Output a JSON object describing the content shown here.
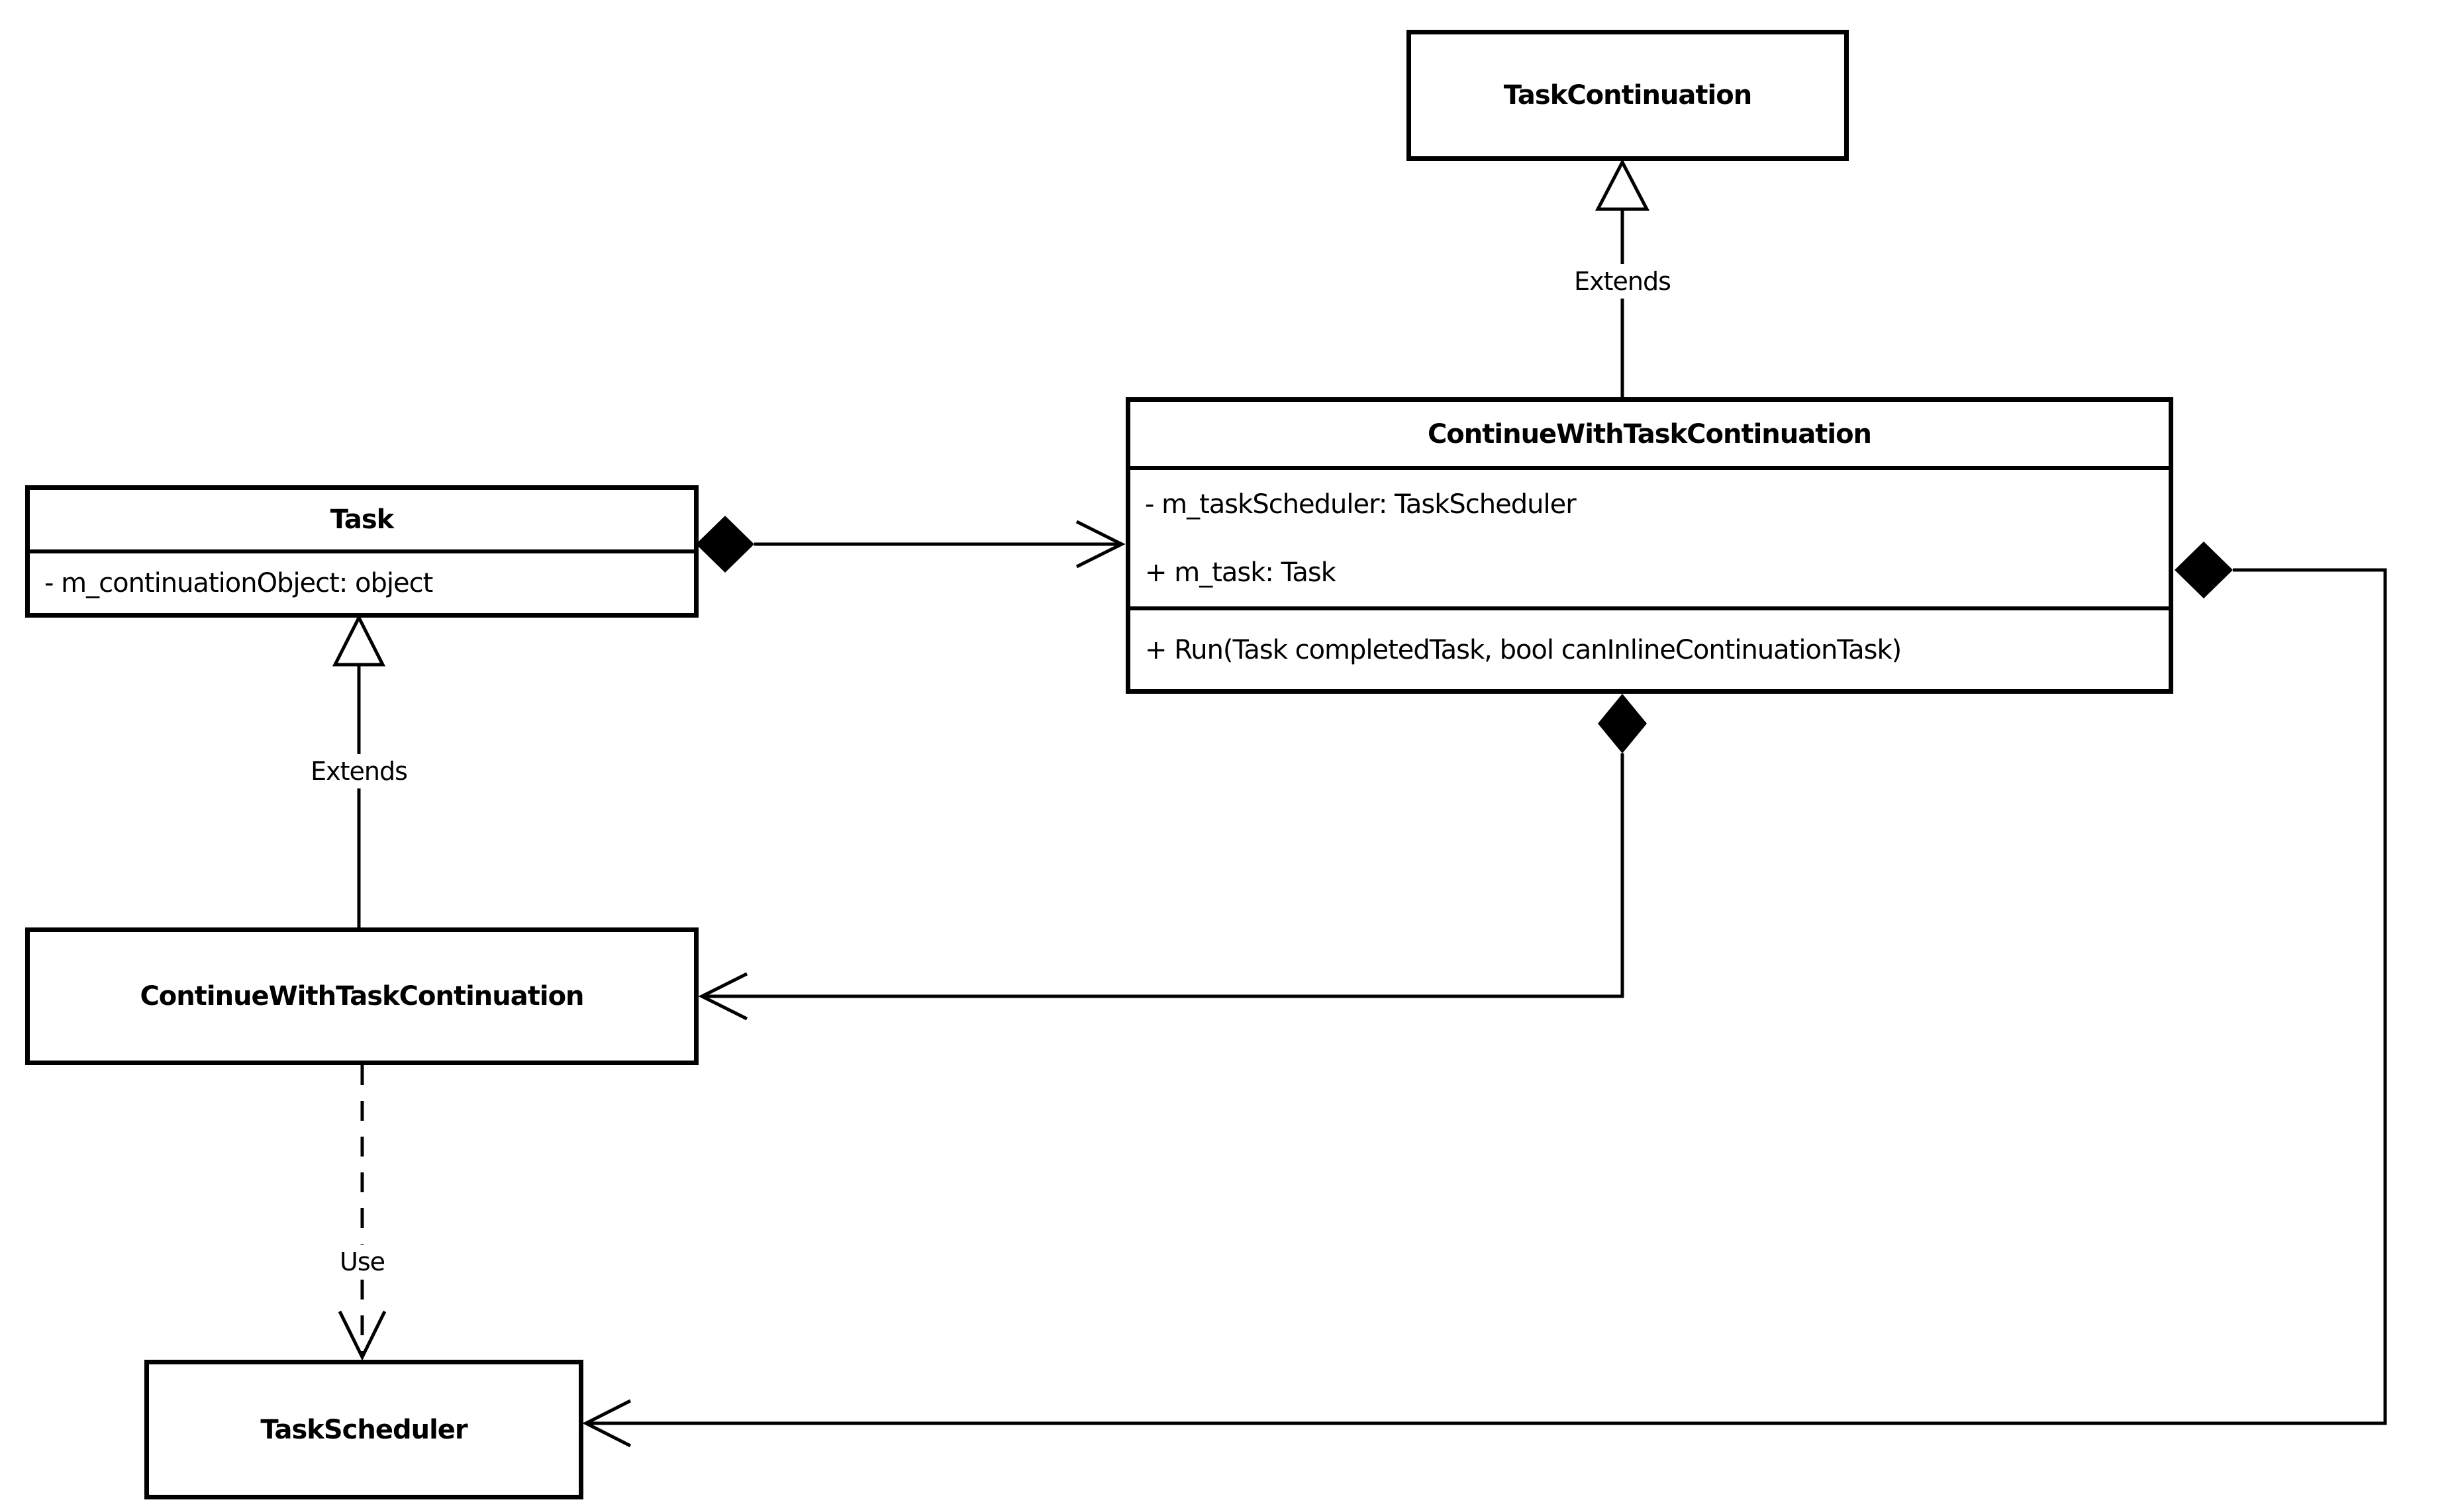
{
  "diagram": {
    "type": "uml-class-diagram",
    "background_color": "#ffffff",
    "line_color": "#000000",
    "classes": {
      "task_continuation": {
        "name": "TaskContinuation"
      },
      "continue_with_task_continuation": {
        "name": "ContinueWithTaskContinuation",
        "attributes": [
          "- m_taskScheduler: TaskScheduler",
          "+ m_task: Task"
        ],
        "methods": [
          "+ Run(Task completedTask, bool canInlineContinuationTask)"
        ]
      },
      "task": {
        "name": "Task",
        "attributes": [
          "- m_continuationObject: object"
        ]
      },
      "continue_with_task_continuation_sub": {
        "name": "ContinueWithTaskContinuation"
      },
      "task_scheduler": {
        "name": "TaskScheduler"
      }
    },
    "relationship_labels": {
      "extends_top": "Extends",
      "extends_left": "Extends",
      "use": "Use"
    }
  }
}
